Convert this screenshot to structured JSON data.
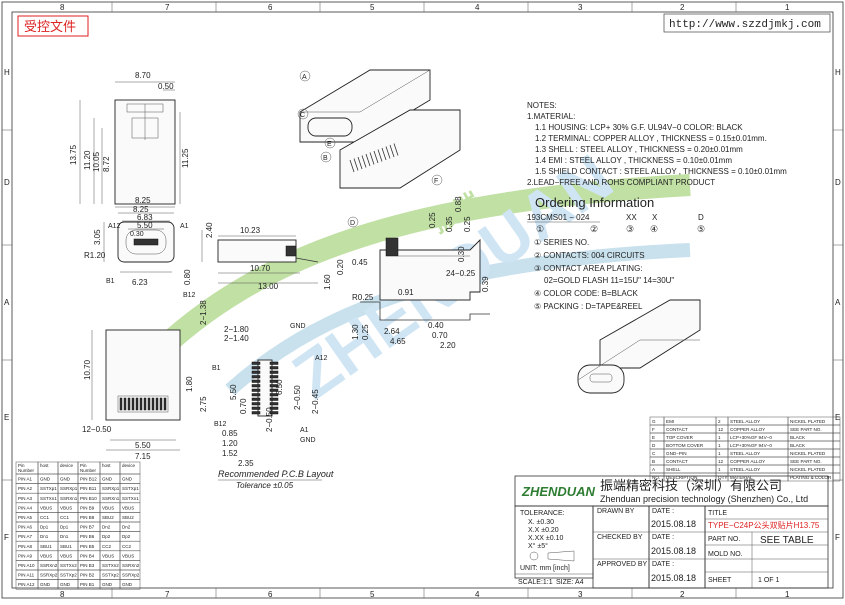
{
  "border": {
    "cols_top": [
      "8",
      "7",
      "6",
      "5",
      "4",
      "3",
      "2",
      "1"
    ],
    "cols_bottom": [
      "8",
      "7",
      "6",
      "5",
      "4",
      "3",
      "2",
      "1"
    ],
    "rows": [
      "H",
      "G",
      "D",
      "A",
      "E",
      "F"
    ]
  },
  "header": {
    "stamp": "受控文件",
    "website": "http://www.szzdjmkj.com"
  },
  "top_view": {
    "dims": [
      "8.70",
      "0.50",
      "13.75",
      "11.20",
      "10.05",
      "8.72",
      "11.25",
      "8.25"
    ]
  },
  "front_view": {
    "dims": [
      "8.25",
      "6.83",
      "5.50",
      "0.30",
      "3.05",
      "A12",
      "A1",
      "B1",
      "B12",
      "R1.20",
      "6.23",
      "0.80"
    ]
  },
  "side_view": {
    "dims": [
      "10.23",
      "2.40",
      "10.70",
      "13.00",
      "0.45",
      "0.20",
      "1.60",
      "0.25",
      "0.88",
      "0.25",
      "0.35",
      "24−0.25",
      "0.30",
      "0.39",
      "0.91",
      "R0.25",
      "1.30",
      "0.25",
      "2.64",
      "4.65",
      "0.40",
      "0.70",
      "2.20"
    ]
  },
  "pcb_view": {
    "dims": [
      "2−1.38",
      "2−1.80",
      "2−1.40",
      "GND",
      "A12",
      "B1",
      "10.70",
      "1.80",
      "2.75",
      "5.50",
      "0.70",
      "2−0.50",
      "2−0.45",
      "0.85",
      "1.20",
      "1.52",
      "2−0.50",
      "12−0.50",
      "5.50",
      "7.15",
      "2.35",
      "B12",
      "A1",
      "GND",
      "6.50"
    ],
    "caption": "Recommended P.C.B Layout",
    "tolerance": "Tolerance ±0.05"
  },
  "callouts": [
    "A",
    "C",
    "E",
    "B",
    "F",
    "D"
  ],
  "notes": {
    "title": "NOTES:",
    "items": [
      "1.MATERIAL:",
      "1.1 HOUSING: LCP+ 30% G.F. UL94V−0 COLOR: BLACK",
      "1.2 TERMINAL: COPPER ALLOY , THICKNESS = 0.15±0.01mm.",
      "1.3 SHELL : STEEL ALLOY , THICKNESS = 0.20±0.01mm",
      "1.4 EMI : STEEL ALLOY , THICKNESS = 0.10±0.01mm",
      "1.5 SHIELD CONTACT : STEEL ALLOY , THICKNESS = 0.10±0.01mm",
      "2.LEAD−FREE AND ROHS COMPLIANT PRODUCT"
    ]
  },
  "ordering": {
    "title": "Ordering Information",
    "code": "193CMS01 − 024",
    "code_xx": "XX",
    "code_x": "X",
    "code_d": "D",
    "markers": [
      "①",
      "②",
      "③",
      "④",
      "⑤"
    ],
    "lines": [
      "① SERIES NO.",
      "② CONTACTS: 004 CIRCUITS",
      "③ CONTACT AREA PLATING:",
      "02=GOLD FLASH 11=15U\" 14=30U\"",
      "④ COLOR CODE: B=BLACK",
      "⑤ PACKING : D=TAPE&REEL"
    ]
  },
  "bom": {
    "rows": [
      [
        "G",
        "EMI",
        "2",
        "STEEL ALLOY",
        "NICKEL PLATED"
      ],
      [
        "F",
        "CONTACT",
        "12",
        "COPPER ALLOY",
        "SEE PART NO."
      ],
      [
        "E",
        "TOP COVER",
        "1",
        "LCP+30%GF 94V−0",
        "BLACK"
      ],
      [
        "D",
        "BOTTOM COVER",
        "1",
        "LCP+30%GF 94V−0",
        "BLACK"
      ],
      [
        "C",
        "GND−PIN",
        "1",
        "STEEL ALLOY",
        "NICKEL PLATED"
      ],
      [
        "B",
        "CONTACT",
        "12",
        "COPPER ALLOY",
        "SEE PART NO."
      ],
      [
        "A",
        "SHELL",
        "1",
        "STEEL ALLOY",
        "NICKEL PLATED"
      ],
      [
        "NO.",
        "DESCRIPTION",
        "QTY",
        "MATERIAL",
        "PLATING & COLOR"
      ]
    ]
  },
  "pin_table": {
    "headers": [
      "Pin\nNumber",
      "host",
      "device",
      "Pin\nNumber",
      "host",
      "device"
    ],
    "rows": [
      [
        "PIN A1",
        "GND",
        "GND",
        "PIN B12",
        "GND",
        "GND"
      ],
      [
        "PIN A2",
        "SSTXp1",
        "SSRXp1",
        "PIN B11",
        "SSRXp1",
        "SSTXp1"
      ],
      [
        "PIN A3",
        "SSTXn1",
        "SSRXn1",
        "PIN B10",
        "SSRXn1",
        "SSTXn1"
      ],
      [
        "PIN A4",
        "VBUS",
        "VBUS",
        "PIN B9",
        "VBUS",
        "VBUS"
      ],
      [
        "PIN A5",
        "CC1",
        "CC1",
        "PIN B8",
        "SBU2",
        "SBU2"
      ],
      [
        "PIN A6",
        "Dp1",
        "Dp1",
        "PIN B7",
        "Dn2",
        "Dn2"
      ],
      [
        "PIN A7",
        "Dn1",
        "Dn1",
        "PIN B6",
        "Dp2",
        "Dp2"
      ],
      [
        "PIN A8",
        "SBU1",
        "SBU1",
        "PIN B5",
        "CC2",
        "CC2"
      ],
      [
        "PIN A9",
        "VBUS",
        "VBUS",
        "PIN B4",
        "VBUS",
        "VBUS"
      ],
      [
        "PIN A10",
        "SSRXn2",
        "SSTXn2",
        "PIN B3",
        "SSTXn2",
        "SSRXn2"
      ],
      [
        "PIN A11",
        "SSRXp2",
        "SSTXp2",
        "PIN B2",
        "SSTXp2",
        "SSRXp2"
      ],
      [
        "PIN A12",
        "GND",
        "GND",
        "PIN B1",
        "GND",
        "GND"
      ]
    ]
  },
  "title_block": {
    "logo": "ZHENDUAN",
    "company_cn": "振端精密科技（深圳）有限公司",
    "company_en": "Zhenduan precision technology (Shenzhen) Co., Ltd",
    "tolerance_label": "TOLERANCE:",
    "tolerances": [
      "X.  ±0.30",
      "X.X  ±0.20",
      "X.XX  ±0.10",
      "X°  ±5°"
    ],
    "unit": "UNIT:  mm [inch]",
    "scale": "SCALE:1:1",
    "size": "SIZE: A4",
    "drawn_by": "DRAWN BY",
    "checked_by": "CHECKED BY",
    "approved_by": "APPROVED BY",
    "date_label": "DATE :",
    "dates": [
      "2015.08.18",
      "2015.08.18",
      "2015.08.18"
    ],
    "title_label": "TITLE",
    "title_value": "TYPE−C24P公头双贴片H13.75",
    "mold_label": "MOLD NO.",
    "part_label": "PART NO.",
    "part_value": "SEE TABLE",
    "sheet_label": "SHEET",
    "sheet_value": "1 OF 1"
  },
  "watermark": {
    "cn": "振端",
    "en": "ZHENDUAN"
  }
}
